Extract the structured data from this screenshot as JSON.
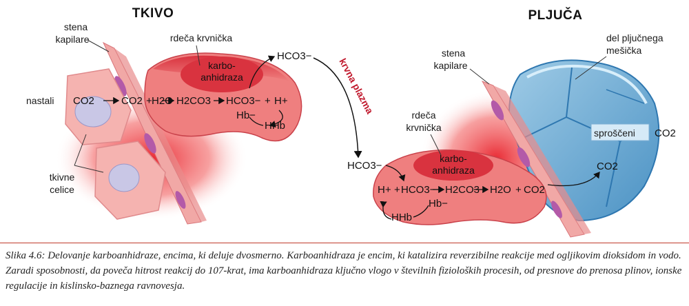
{
  "left_panel": {
    "title": "TKIVO",
    "label_capillary_wall": [
      "stena",
      "kapilare"
    ],
    "label_rbc": "rdeča krvnička",
    "label_formed": "nastali",
    "label_tissue_cells": [
      "tkivne",
      "celice"
    ],
    "enzyme": [
      "karbo-",
      "anhidraza"
    ],
    "hco3_out": "HCO3−",
    "co2_a": "CO2",
    "co2_b": "CO2",
    "plus1": "+",
    "h2o": "H2O",
    "h2co3": "H2CO3",
    "hco3": "HCO3−",
    "plus2": "+",
    "hplus": "H+",
    "hb": "Hb−",
    "hhb": "HHb"
  },
  "plasma_label": "krvna plazma",
  "right_panel": {
    "title": "PLJUČA",
    "label_capillary_wall": [
      "stena",
      "kapilare"
    ],
    "label_alveolus": [
      "del pljučnega",
      "mešička"
    ],
    "label_rbc": [
      "rdeča",
      "krvnička"
    ],
    "label_released": "sproščeni",
    "co2_released": "CO2",
    "co2_alveolus": "CO2",
    "enzyme": [
      "karbo-",
      "anhidraza"
    ],
    "hco3_in": "HCO3−",
    "hplus": "H+",
    "plus1": "+",
    "hco3": "HCO3−",
    "h2co3": "H2CO3",
    "h2o": "H2O",
    "plus2": "+",
    "co2": "CO2",
    "hb": "Hb−",
    "hhb": "HHb"
  },
  "caption": "Slika 4.6: Delovanje karboanhidraze, encima, ki deluje dvosmerno. Karboanhidraza je encim, ki katalizira reverzibilne reakcije med ogljikovim dioksidom in vodo. Zaradi sposobnosti, da poveča hitrost reakcij do 107-krat, ima karboanhidraza ključno vlogo v številnih fizioloških procesih, od presnove do prenosa plinov, ionske regulacije in kislinsko-baznega ravnovesja.",
  "colors": {
    "rbc_fill": "#ef7f7f",
    "rbc_dark": "#d9333f",
    "tissue_cell": "#f5b3b0",
    "alveolus": "#7fb8dc",
    "plasma_text": "#c0182c"
  }
}
